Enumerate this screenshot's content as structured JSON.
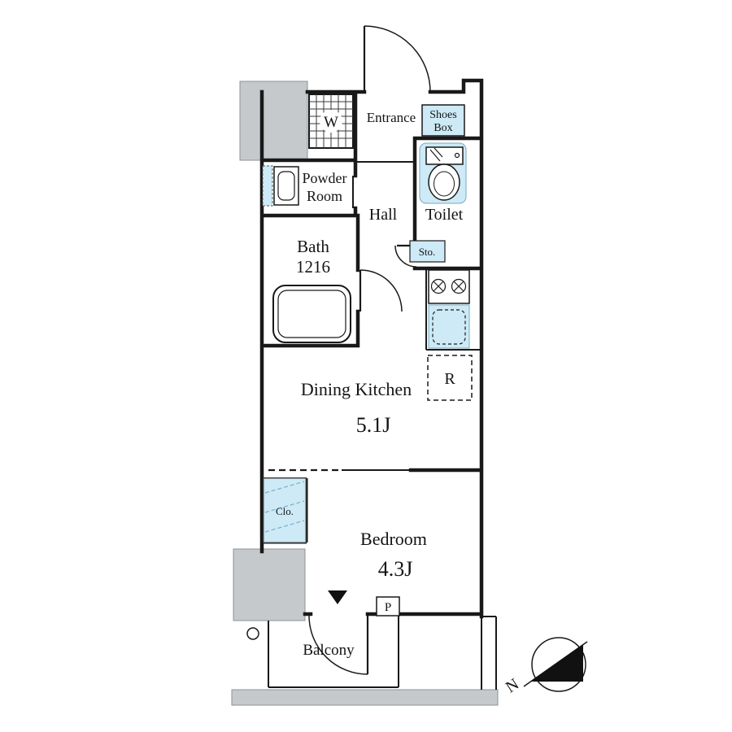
{
  "colors": {
    "fixture_blue": "#cdeaf6",
    "structure_gray": "#c5c9cc",
    "wall": "#191919"
  },
  "plan": {
    "washer": {
      "label": "W"
    },
    "entrance": {
      "label": "Entrance"
    },
    "shoes_box": {
      "line1": "Shoes",
      "line2": "Box"
    },
    "powder_room": {
      "line1": "Powder",
      "line2": "Room"
    },
    "hall": {
      "label": "Hall"
    },
    "toilet": {
      "label": "Toilet"
    },
    "bath": {
      "label": "Bath",
      "size": "1216"
    },
    "storage": {
      "label": "Sto."
    },
    "dining_kitchen": {
      "label": "Dining Kitchen",
      "area": "5.1J"
    },
    "refrigerator": {
      "label": "R"
    },
    "closet": {
      "label": "Clo."
    },
    "bedroom": {
      "label": "Bedroom",
      "area": "4.3J"
    },
    "balcony": {
      "label": "Balcony"
    },
    "pipe_shaft": {
      "label": "P"
    },
    "compass": {
      "north": "N"
    }
  }
}
